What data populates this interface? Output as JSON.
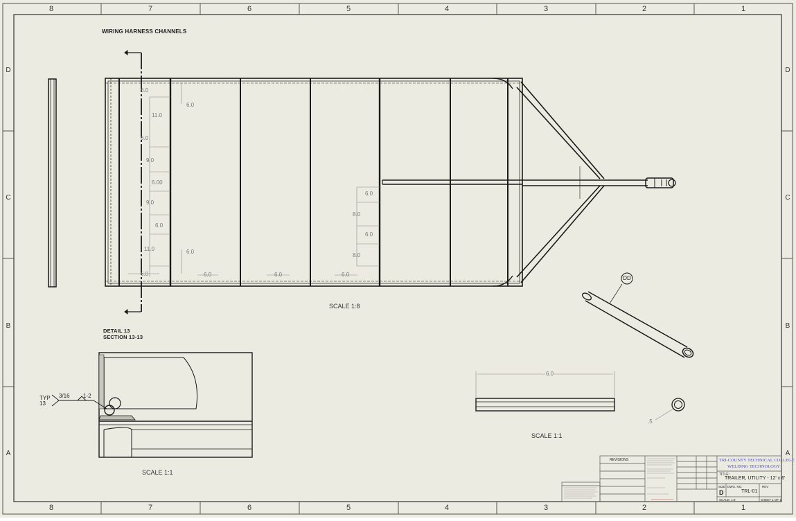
{
  "sheet": {
    "zone_columns": [
      "8",
      "7",
      "6",
      "5",
      "4",
      "3",
      "2",
      "1"
    ],
    "zone_rows": [
      "D",
      "C",
      "B",
      "A"
    ]
  },
  "views": {
    "main": {
      "title": "WIRING HARNESS CHANNELS",
      "scale": "SCALE 1:8",
      "dims_left": [
        "6.0",
        "11.0",
        "6.0",
        "9.0",
        "6.00",
        "9.0",
        "6.0",
        "11.0",
        "6.0"
      ],
      "dims_col_right": [
        "6.0",
        "6.0"
      ],
      "dims_bottom": [
        "6.0",
        "6.0",
        "6.0"
      ],
      "dims_mid": [
        "6.0",
        "8.0",
        "6.0",
        "8.0"
      ]
    },
    "detail": {
      "title_line1": "DETAIL 13",
      "title_line2": "SECTION 13-13",
      "scale": "SCALE 1:1",
      "weld_typ": "TYP",
      "weld_num": "13",
      "weld_size": "3/16",
      "weld_pitch": "1-2"
    },
    "tube": {
      "balloon": "DD"
    },
    "channel": {
      "length_dim": "6.0",
      "scale": "SCALE 1:1",
      "diameter_dim": ".5"
    }
  },
  "title_block": {
    "company_line1": "TRI-COUNTY TECHNICAL COLLEGE",
    "company_line2": "WELDING TECHNOLOGY",
    "title_label": "TITLE:",
    "title": "TRAILER, UTILITY - 12' x 6'",
    "size_label": "SIZE",
    "size": "D",
    "dwg_label": "DWG. NO.",
    "dwg_no": "TRL-01",
    "rev_label": "REV",
    "scale_label": "SCALE: 1:8",
    "sheet_label": "SHEET 1 OF 1",
    "revisions_label": "REVISIONS"
  },
  "colors": {
    "paper": "#ecebe1",
    "line": "#1a1a1a",
    "dim": "#7a7a7a",
    "company": "#4a4ad0"
  }
}
